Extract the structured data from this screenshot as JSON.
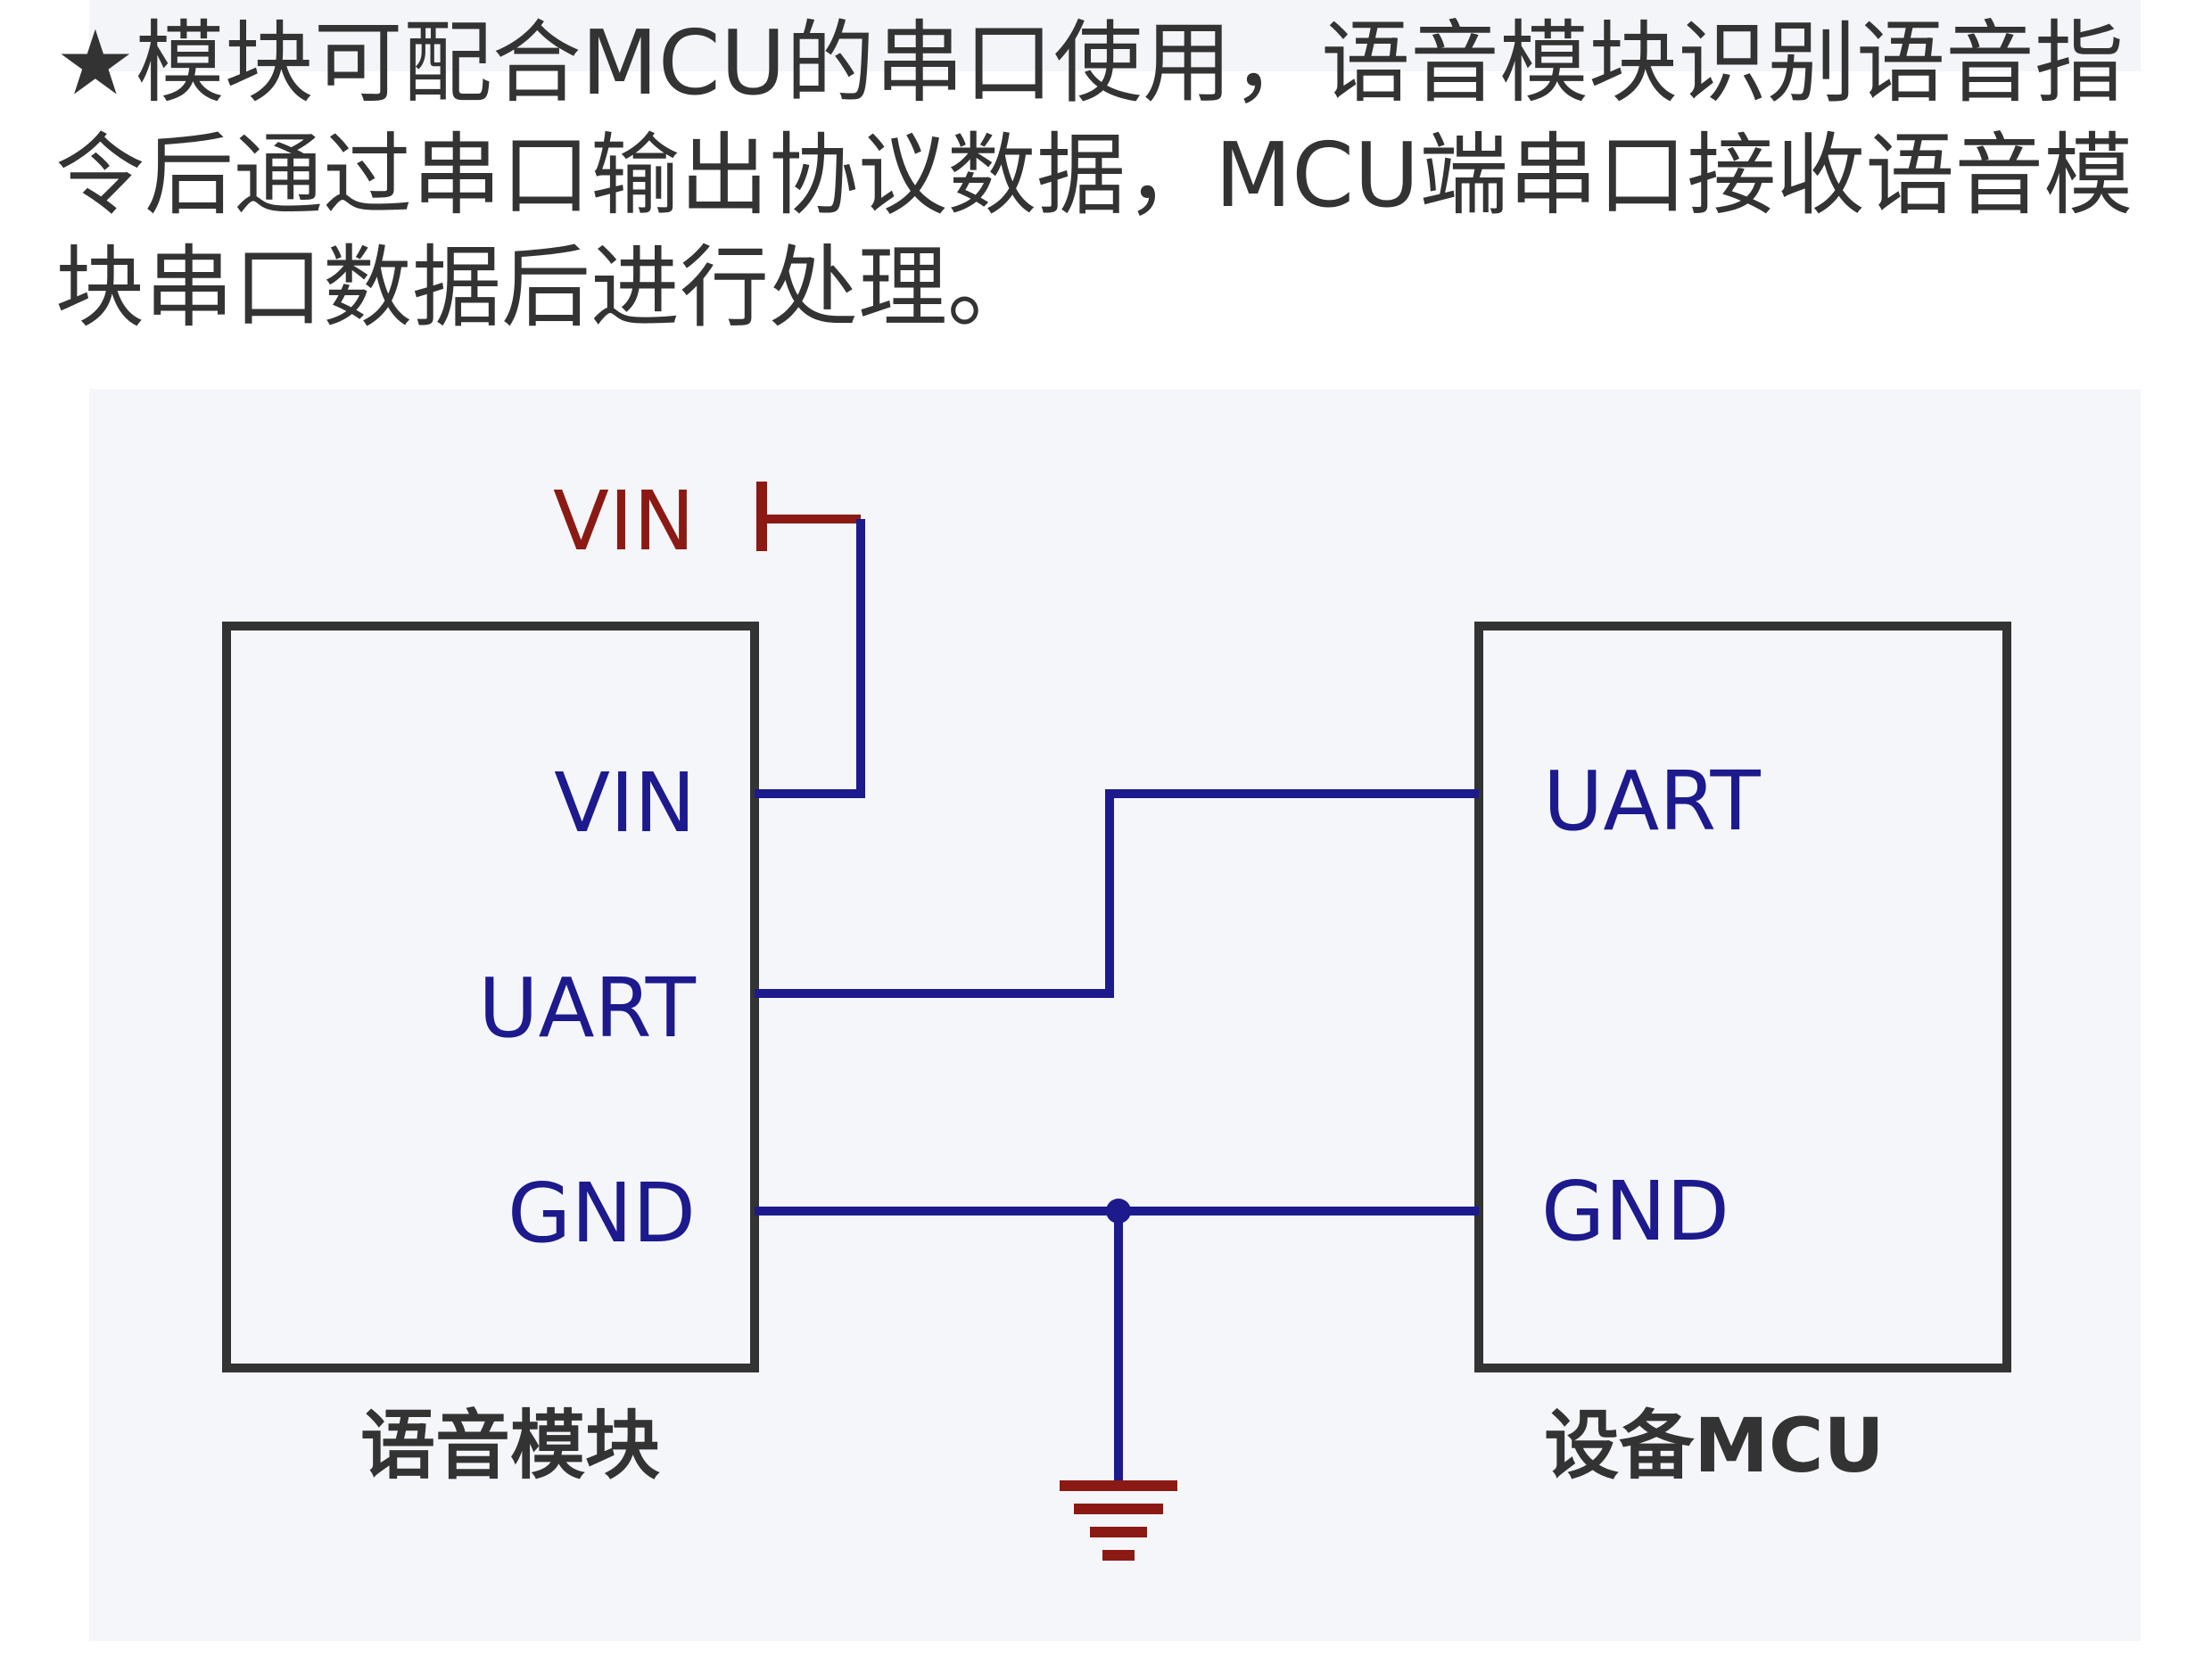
{
  "intro": {
    "text": "★模块可配合MCU的串口使用，语音模块识别语音指令后通过串口输出协议数据，MCU端串口接收语音模块串口数据后进行处理。"
  },
  "diagram": {
    "power_label": "VIN",
    "left_block": {
      "title": "语音模块",
      "pins": {
        "vin": "VIN",
        "uart": "UART",
        "gnd": "GND"
      }
    },
    "right_block": {
      "title": "设备MCU",
      "pins": {
        "uart": "UART",
        "gnd": "GND"
      }
    },
    "colors": {
      "wire": "#1c1a8c",
      "power": "#8b1a14",
      "outline": "#333333",
      "caption": "#333333",
      "panel": "#f5f6fa"
    }
  }
}
